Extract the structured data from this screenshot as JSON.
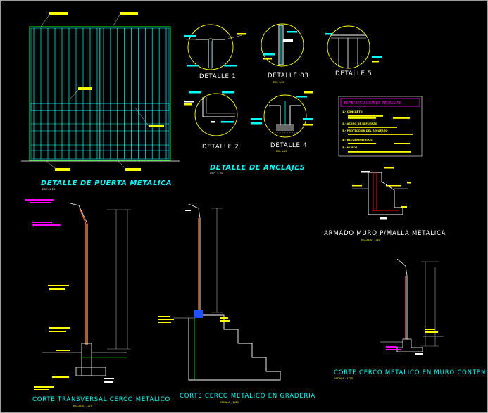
{
  "door": {
    "title": "DETALLE DE PUERTA METALICA",
    "scale": "ESC. 1:25"
  },
  "details": [
    {
      "title": "DETALLE 1"
    },
    {
      "title": "DETALLE 03",
      "scale": "ESC. 1/10"
    },
    {
      "title": "DETALLE 5"
    },
    {
      "title": "DETALLE 2"
    },
    {
      "title": "DETALLE 4",
      "scale": "ESC. 1/10"
    }
  ],
  "anchors": {
    "title": "DETALLE DE ANCLAJES",
    "scale": "ESC. 1:25"
  },
  "specs": {
    "title": "ESPECIFICACIONES TECNICAS",
    "items": [
      "1.- CONCRETO",
      "2.- ACERO DE REFUERZO",
      "3.- PROTECCION DEL REFUERZO",
      "4.- RECUBRIMIENTOS",
      "5.- MUROS"
    ]
  },
  "wall": {
    "title": "ARMADO MURO P/MALLA METALICA",
    "scale": "ESCALA : 1/20"
  },
  "sections": [
    {
      "title": "CORTE TRANSVERSAL CERCO METALICO",
      "scale": "ESCALA : 1/25"
    },
    {
      "title": "CORTE CERCO METALICO EN GRADERIA",
      "scale": "ESCALA : 1/25"
    },
    {
      "title": "CORTE CERCO METALICO EN MURO CONTENSION",
      "scale": "ESCALA : 1/25"
    }
  ]
}
